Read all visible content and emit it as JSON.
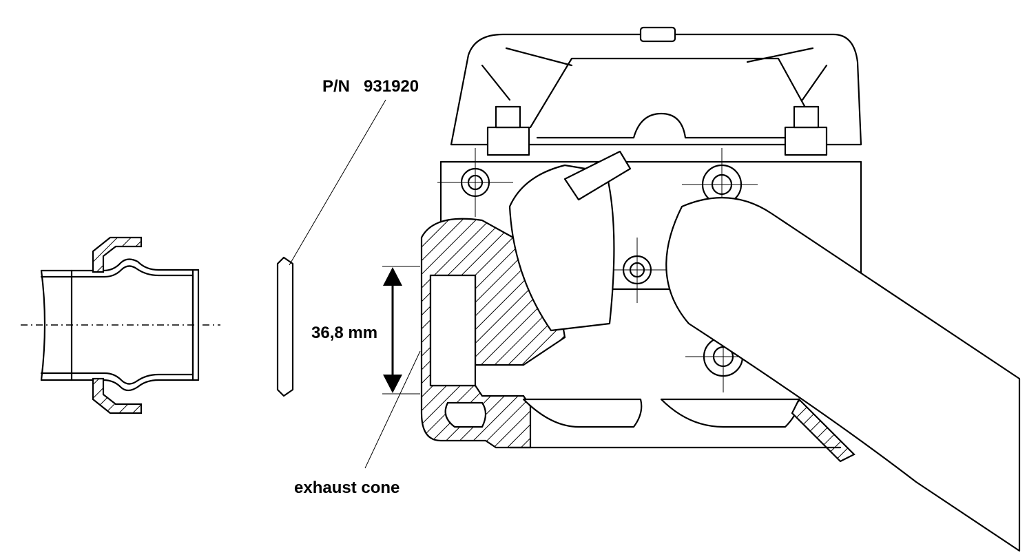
{
  "labels": {
    "part_number_prefix": "P/N",
    "part_number": "931920",
    "dimension": "36,8 mm",
    "callout": "exhaust cone"
  }
}
